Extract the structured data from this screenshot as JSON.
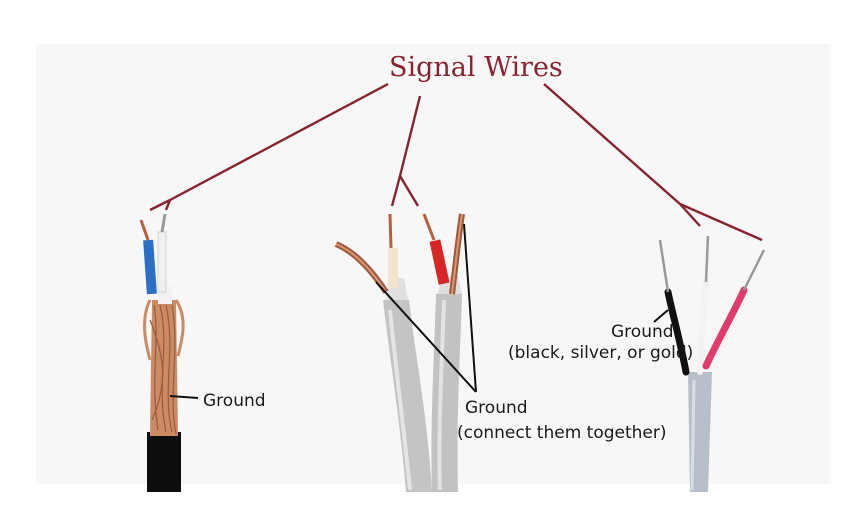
{
  "title": "Signal Wires",
  "labels": {
    "ground_1": "Ground",
    "ground_2_line1": "Ground",
    "ground_2_line2": "(connect them together)",
    "ground_3_line1": "Ground",
    "ground_3_line2": "(black, silver, or gold)"
  },
  "colors": {
    "title": "#8a2230",
    "callout_line": "#8a2230",
    "pointer_line": "#111111",
    "background_panel": "#f7f7f7"
  }
}
